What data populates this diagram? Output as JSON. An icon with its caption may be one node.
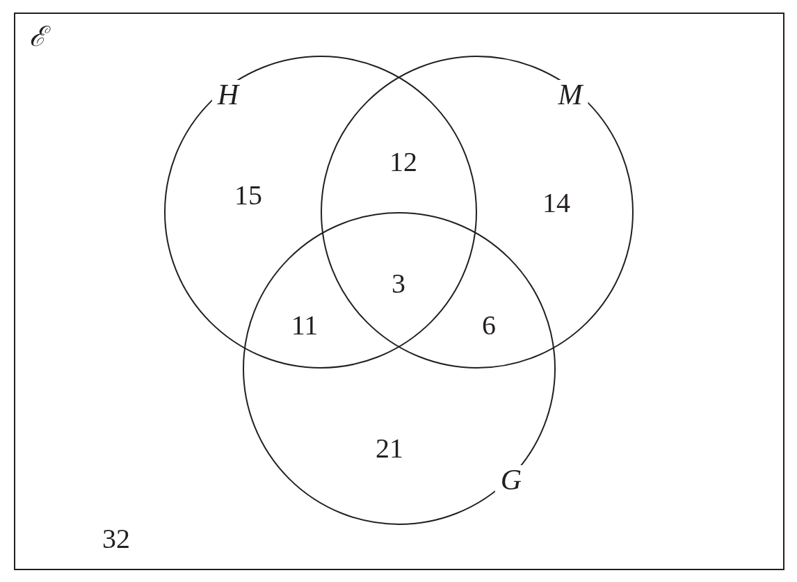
{
  "diagram": {
    "nodes": [
      {
        "text": [
          "ℰ"
        ]
      },
      {
        "text": [
          "H"
        ],
        "in": 0
      },
      {
        "text": [
          "M"
        ],
        "in": 0
      },
      {
        "text": [
          "G"
        ],
        "in": 0
      }
    ],
    "labels": [
      "15",
      "12",
      "14",
      "3",
      "11",
      "6",
      "21",
      "32"
    ]
  }
}
